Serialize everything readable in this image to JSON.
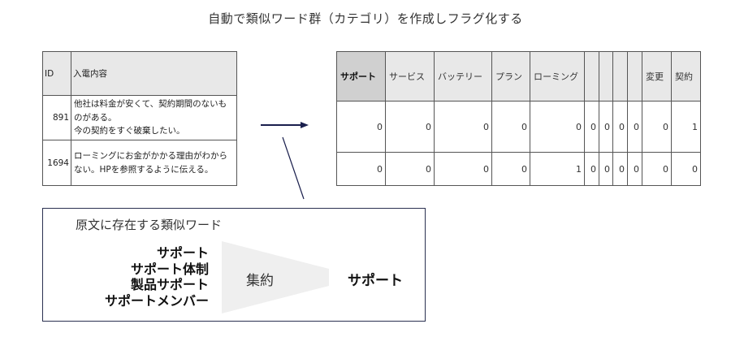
{
  "title": "自動で類似ワード群（カテゴリ）を作成しフラグ化する",
  "source_table": {
    "headers": {
      "id": "ID",
      "content": "入電内容"
    },
    "rows": [
      {
        "id": "891",
        "content_lines": [
          "他社は料金が安くて、契約期間のないも",
          "のがある。",
          "今の契約をすぐ破棄したい。"
        ]
      },
      {
        "id": "1694",
        "content_lines": [
          "ローミングにお金がかかる理由がわから",
          "ない。HPを参照するように伝える。"
        ]
      }
    ]
  },
  "flag_table": {
    "headers": [
      "サポート",
      "サービス",
      "バッテリー",
      "プラン",
      "ローミング",
      "",
      "",
      "",
      "",
      "変更",
      "契約"
    ],
    "active_header_index": 0,
    "rows": [
      [
        "0",
        "0",
        "0",
        "0",
        "0",
        "0",
        "0",
        "0",
        "0",
        "0",
        "1"
      ],
      [
        "0",
        "0",
        "0",
        "0",
        "1",
        "0",
        "0",
        "0",
        "0",
        "0",
        "0"
      ]
    ]
  },
  "explain": {
    "title": "原文に存在する類似ワード",
    "words": [
      "サポート",
      "サポート体制",
      "製品サポート",
      "サポートメンバー"
    ],
    "action": "集約",
    "result": "サポート"
  },
  "colors": {
    "arrow": "#1a1f4d",
    "header_bg": "#e8e8e8",
    "active_header_bg": "#d0d0d0",
    "funnel": "#efefef",
    "box_border": "#2a3050"
  }
}
